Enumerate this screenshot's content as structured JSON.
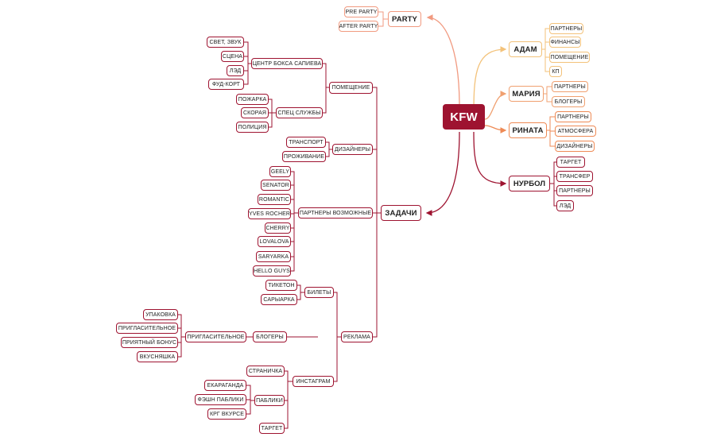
{
  "colors": {
    "root": "#9e1330",
    "dark": "#9e1330",
    "party": "#f19a80",
    "adam": "#f3c27a",
    "maria": "#f0a070",
    "rinata": "#ee8a55",
    "nurbol": "#9e1330"
  },
  "root": "KFW",
  "party": {
    "label": "PARTY",
    "children": [
      "PRE PARTY",
      "AFTER PARTY"
    ]
  },
  "adam": {
    "label": "АДАМ",
    "children": [
      "ПАРТНЕРЫ",
      "ФИНАНСЫ",
      "ПОМЕЩЕНИЕ",
      "КП"
    ]
  },
  "maria": {
    "label": "МАРИЯ",
    "children": [
      "ПАРТНЕРЫ",
      "БЛОГЕРЫ"
    ]
  },
  "rinata": {
    "label": "РИНАТА",
    "children": [
      "ПАРТНЕРЫ",
      "АТМОСФЕРА",
      "ДИЗАЙНЕРЫ"
    ]
  },
  "nurbol": {
    "label": "НУРБОЛ",
    "children": [
      "ТАРГЕТ",
      "ТРАНСФЕР",
      "ПАРТНЕРЫ",
      "ЛЭД"
    ]
  },
  "tasks": {
    "label": "ЗАДАЧИ",
    "premises": {
      "label": "ПОМЕЩЕНИЕ",
      "center": {
        "label": "ЦЕНТР БОКСА САПИЕВА",
        "children": [
          "СВЕТ, ЗВУК",
          "СЦЕНА",
          "ЛЭД",
          "ФУД-КОРТ"
        ]
      },
      "services": {
        "label": "СПЕЦ СЛУЖБЫ",
        "children": [
          "ПОЖАРКА",
          "СКОРАЯ",
          "ПОЛИЦИЯ"
        ]
      }
    },
    "designers": {
      "label": "ДИЗАЙНЕРЫ",
      "children": [
        "ТРАНСПОРТ",
        "ПРОЖИВАНИЕ"
      ]
    },
    "partners": {
      "label": "ПАРТНЕРЫ ВОЗМОЖНЫЕ",
      "children": [
        "GEELY",
        "SENATOR",
        "ROMANTIC",
        "YVES ROCHER",
        "CHERRY",
        "LOVALOVA",
        "SARYARKA",
        "HELLO GUYS"
      ]
    },
    "ads": {
      "label": "РЕКЛАМА",
      "tickets": {
        "label": "БИЛЕТЫ",
        "children": [
          "ТИКЕТОН",
          "САРЫАРКА"
        ]
      },
      "bloggers": {
        "label": "БЛОГЕРЫ",
        "invite": {
          "label": "ПРИГЛАСИТЕЛЬНОЕ",
          "children": [
            "УПАКОВКА",
            "ПРИГЛАСИТЕЛЬНОЕ",
            "ПРИЯТНЫЙ БОНУС",
            "ВКУСНЯШКА"
          ]
        }
      },
      "instagram": {
        "label": "ИНСТАГРАМ",
        "page": "СТРАНИЧКА",
        "publics": {
          "label": "ПАБЛИКИ",
          "children": [
            "ЕКАРАГАНДА",
            "ФЭШН ПАБЛИКИ",
            "КРГ ВКУРСЕ"
          ]
        },
        "target": "ТАРГЕТ"
      }
    }
  }
}
